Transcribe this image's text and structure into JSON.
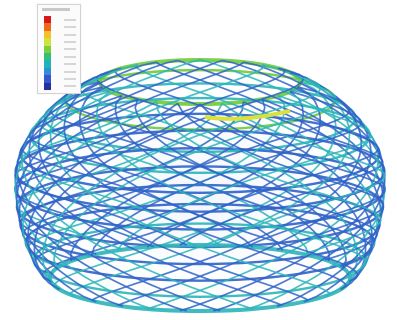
{
  "image": {
    "subject": "diagram-wireframe",
    "wireframe_rings": 11,
    "legend_swatch_count": 10
  },
  "colors": {
    "background": "#ffffff",
    "wire_base": "#2f63c8",
    "wire_mid": "#2bb5b9",
    "wire_hot": "#6ecb3a",
    "hotspot": "#d9e23a",
    "legend_ramp": [
      "#d7191c",
      "#ef6b1c",
      "#f2c22a",
      "#cfe33c",
      "#7ccf3c",
      "#31c07a",
      "#21b3b7",
      "#2f8fd6",
      "#3556cf",
      "#24309e"
    ]
  }
}
